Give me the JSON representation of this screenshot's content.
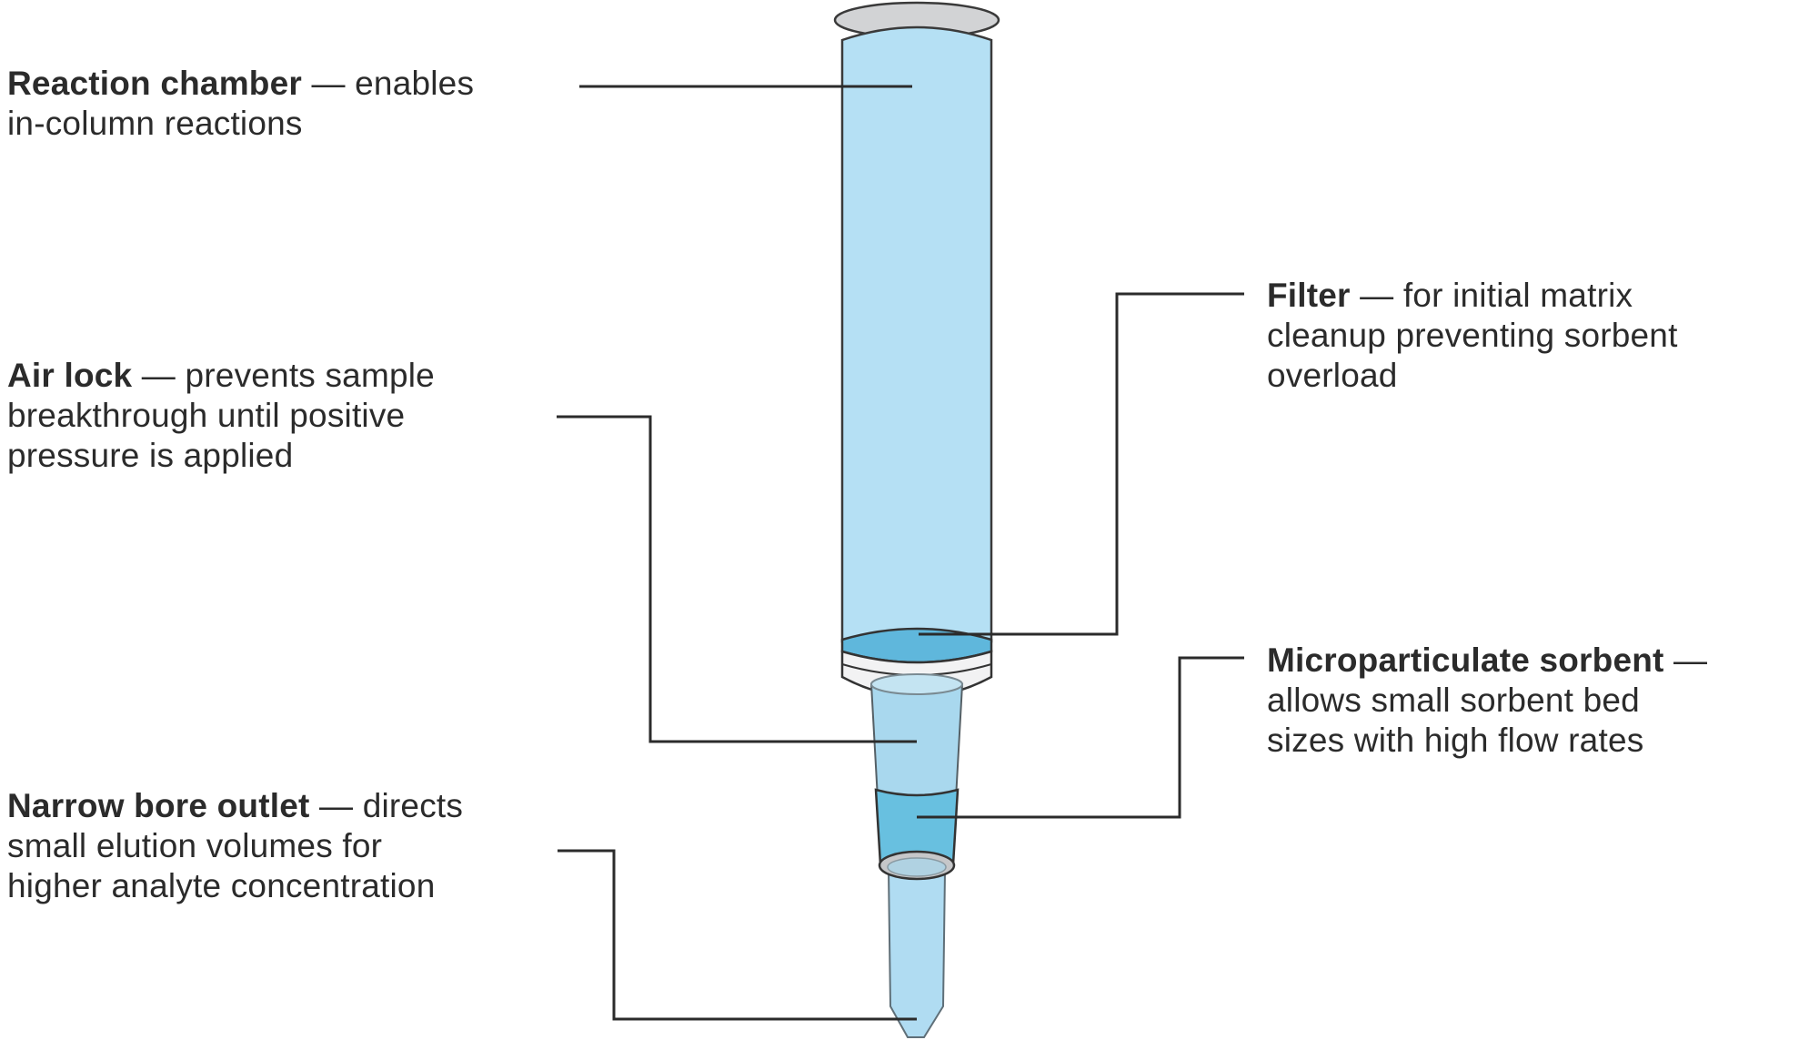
{
  "figure": {
    "type": "labeled-diagram",
    "subject": "solid-phase extraction column"
  },
  "colors": {
    "background": "#ffffff",
    "text": "#2b2b2b",
    "leader_line": "#2b2b2b",
    "outline_dark": "#3a3a3a",
    "cap_gray": "#d2d3d5",
    "body_blue": "#b5e0f4",
    "filter_blue": "#5fb7dc",
    "frit_white": "#f2f2f3",
    "cone_blue": "#a9d8ee",
    "opening_blue": "#c4e4f2",
    "sorbent_blue": "#68c0e0",
    "collar_gray": "#c6c7c9",
    "collar_inner_blue": "#b0d2e2",
    "tube_blue": "#b0dcf2"
  },
  "labels": {
    "reaction_chamber": {
      "term": "Reaction chamber",
      "line1_rest": " — enables",
      "line2": "in-column reactions"
    },
    "air_lock": {
      "term": "Air lock",
      "line1_rest": " — prevents sample",
      "line2": "breakthrough until positive",
      "line3": "pressure is applied"
    },
    "filter": {
      "term": "Filter",
      "line1_rest": " — for initial matrix",
      "line2": "cleanup preventing sorbent",
      "line3": "overload"
    },
    "sorbent": {
      "term": "Microparticulate sorbent",
      "line1_rest": " —",
      "line2": "allows small sorbent bed",
      "line3": "sizes with high flow rates"
    },
    "outlet": {
      "term": "Narrow bore outlet",
      "line1_rest": " — directs",
      "line2": "small elution volumes for",
      "line3": "higher analyte concentration"
    }
  }
}
